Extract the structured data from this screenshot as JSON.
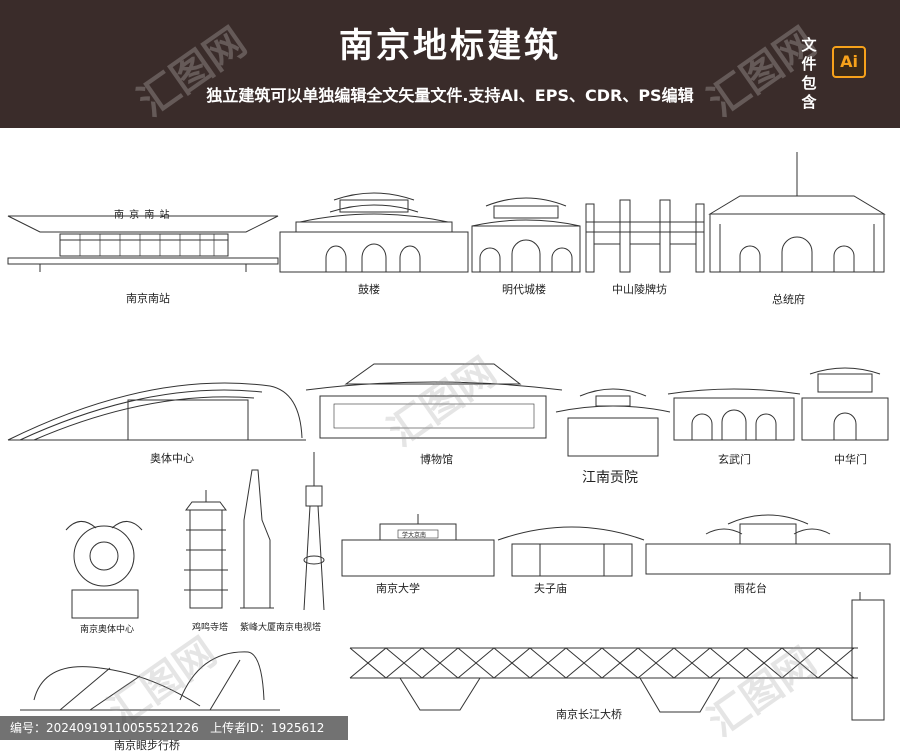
{
  "header": {
    "title": "南京地标建筑",
    "subtitle": "独立建筑可以单独编辑全文矢量文件.支持AI、EPS、CDR、PS编辑",
    "side_text": "文件包含",
    "ai_label": "Ai",
    "bg_color": "#3a2c2a",
    "accent_color": "#f7a21b"
  },
  "watermark": {
    "text": "汇图网"
  },
  "station_sign": "南 京 南 站",
  "museum_sign": "学大京南",
  "landmarks": [
    {
      "key": "nanjing_south",
      "name": "南京南站"
    },
    {
      "key": "drum_tower",
      "name": "鼓楼"
    },
    {
      "key": "ming_tower",
      "name": "明代城楼"
    },
    {
      "key": "zhongshan",
      "name": "中山陵牌坊"
    },
    {
      "key": "presidential",
      "name": "总统府"
    },
    {
      "key": "olympic",
      "name": "奥体中心"
    },
    {
      "key": "museum",
      "name": "博物馆"
    },
    {
      "key": "jiangnan",
      "name": "江南贡院"
    },
    {
      "key": "xuanwu",
      "name": "玄武门"
    },
    {
      "key": "zhonghua",
      "name": "中华门"
    },
    {
      "key": "olympic_sculpture",
      "name": "南京奥体中心"
    },
    {
      "key": "jiming",
      "name": "鸡鸣寺塔"
    },
    {
      "key": "zifeng",
      "name": "紫峰大厦"
    },
    {
      "key": "tv_tower",
      "name": "南京电视塔"
    },
    {
      "key": "nju",
      "name": "南京大学"
    },
    {
      "key": "fuzimiao",
      "name": "夫子庙"
    },
    {
      "key": "yuhuatai",
      "name": "雨花台"
    },
    {
      "key": "yangtze_bridge",
      "name": "南京长江大桥"
    },
    {
      "key": "footbridge",
      "name": "南京眼步行桥"
    }
  ],
  "footer": {
    "id_label": "编号：",
    "id_value": "20240919110055521226",
    "uploader_label": "上传者ID：",
    "uploader_value": "1925612"
  }
}
